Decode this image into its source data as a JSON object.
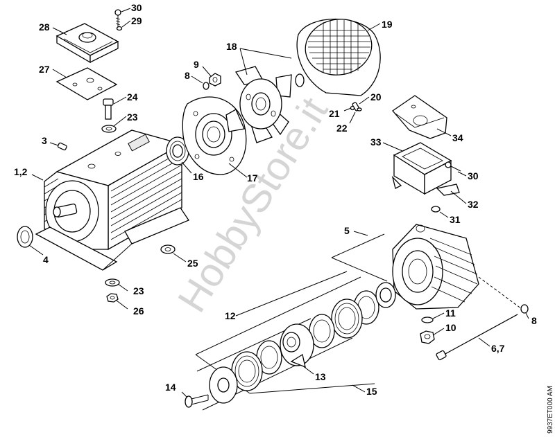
{
  "labels": {
    "l30a": "30",
    "l29": "29",
    "l28": "28",
    "l27": "27",
    "l24": "24",
    "l23a": "23",
    "l3": "3",
    "l12": "1,2",
    "l4": "4",
    "l25": "25",
    "l23b": "23",
    "l26": "26",
    "l9": "9",
    "l8a": "8",
    "l16": "16",
    "l17": "17",
    "l18": "18",
    "l19": "19",
    "l20": "20",
    "l21": "21",
    "l22": "22",
    "l34": "34",
    "l33": "33",
    "l30b": "30",
    "l32": "32",
    "l31": "31",
    "l5": "5",
    "l11": "11",
    "l10": "10",
    "l8b": "8",
    "l67": "6,7",
    "l12b": "12",
    "l13": "13",
    "l15": "15",
    "l14": "14"
  },
  "watermark": "HobbyStore.it",
  "drawing_code": "9937ET000 AM"
}
